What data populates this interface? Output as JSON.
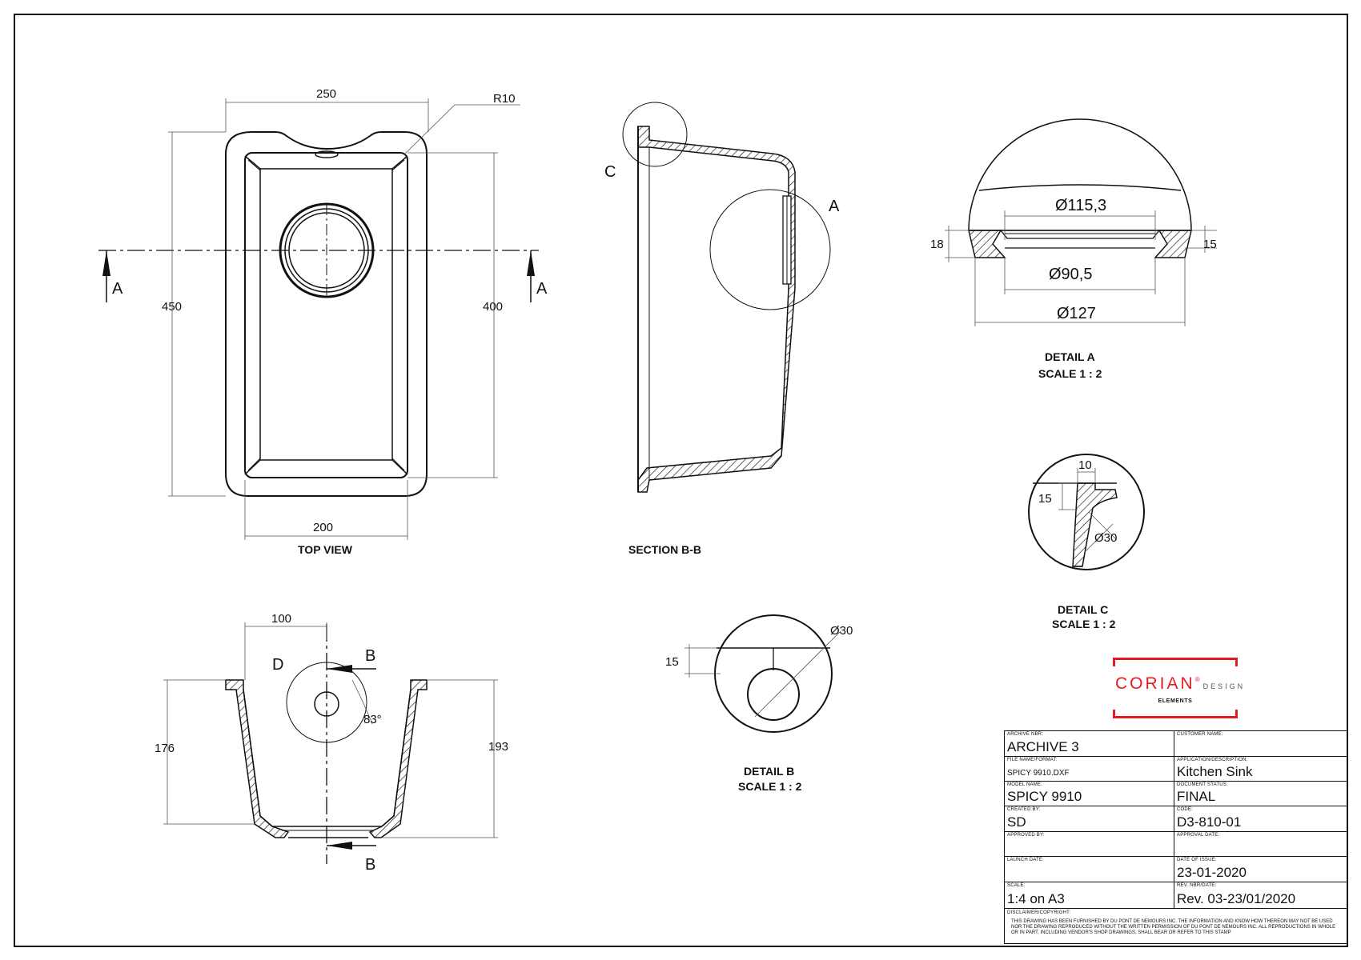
{
  "colors": {
    "line": "#111111",
    "brand": "#e21b22",
    "hatch": "#111111"
  },
  "top_view": {
    "caption": "TOP VIEW",
    "dim_width_outer": "250",
    "dim_width_inner": "200",
    "dim_height_outer": "450",
    "dim_height_inner": "400",
    "dim_radius": "R10",
    "section_marker_left": "A",
    "section_marker_right": "A"
  },
  "front_section": {
    "dim_width": "100",
    "dim_height_left": "176",
    "dim_height_right": "193",
    "angle": "83°",
    "detail_marker": "D",
    "section_marker_top": "B",
    "section_marker_bottom": "B"
  },
  "section_bb": {
    "caption": "SECTION B-B",
    "detail_marker_c": "C",
    "detail_marker_a": "A"
  },
  "detail_a": {
    "caption": "DETAIL A",
    "scale": "SCALE 1 : 2",
    "dia_top": "Ø115,3",
    "dia_mid": "Ø90,5",
    "dia_bottom": "Ø127",
    "dim_left": "18",
    "dim_right": "15"
  },
  "detail_b": {
    "caption": "DETAIL B",
    "scale": "SCALE 1 : 2",
    "dim_height": "15",
    "dia": "Ø30"
  },
  "detail_c": {
    "caption": "DETAIL C",
    "scale": "SCALE 1 : 2",
    "dim_width": "10",
    "dim_height": "15",
    "dia": "Ø30"
  },
  "logo": {
    "brand": "CORIAN",
    "reg": "®",
    "sub": "DESIGN",
    "line2": "ELEMENTS"
  },
  "title_block": {
    "archive_label": "ARCHIVE NBR:",
    "archive_value": "ARCHIVE 3",
    "customer_label": "CUSTOMER NAME:",
    "customer_value": "",
    "file_label": "FILE NAME/FORMAT:",
    "file_value": "SPICY 9910.DXF",
    "application_label": "APPLICATION/DESCRIPTION:",
    "application_value": "Kitchen Sink",
    "model_label": "MODEL NAME:",
    "model_value": "SPICY 9910",
    "status_label": "DOCUMENT STATUS:",
    "status_value": "FINAL",
    "created_label": "CREATED BY:",
    "created_value": "SD",
    "code_label": "CODE:",
    "code_value": "D3-810-01",
    "approved_label": "APPROVED BY:",
    "approved_value": "",
    "approval_date_label": "APPROVAL DATE:",
    "approval_date_value": "",
    "launch_label": "LAUNCH DATE:",
    "launch_value": "",
    "issue_label": "DATE OF ISSUE:",
    "issue_value": "23-01-2020",
    "scale_label": "SCALE:",
    "scale_value": "1:4 on A3",
    "rev_label": "REV. NBR/DATE:",
    "rev_value": "Rev. 03-23/01/2020",
    "disclaimer_label": "DISCLAIMER/COPYRIGHT:",
    "disclaimer_text": "THIS DRAWING HAS BEEN FURNISHED BY DU PONT DE NEMOURS INC. THE INFORMATION AND KNOW HOW THEREON MAY NOT BE USED NOR THE DRAWING REPRODUCED WITHOUT THE WRITTEN PERMISSION OF DU PONT DE NEMOURS INC. ALL REPRODUCTIONS IN WHOLE OR IN PART, INCLUDING VENDOR'S SHOP DRAWINGS, SHALL BEAR OR REFER TO THIS STAMP"
  }
}
